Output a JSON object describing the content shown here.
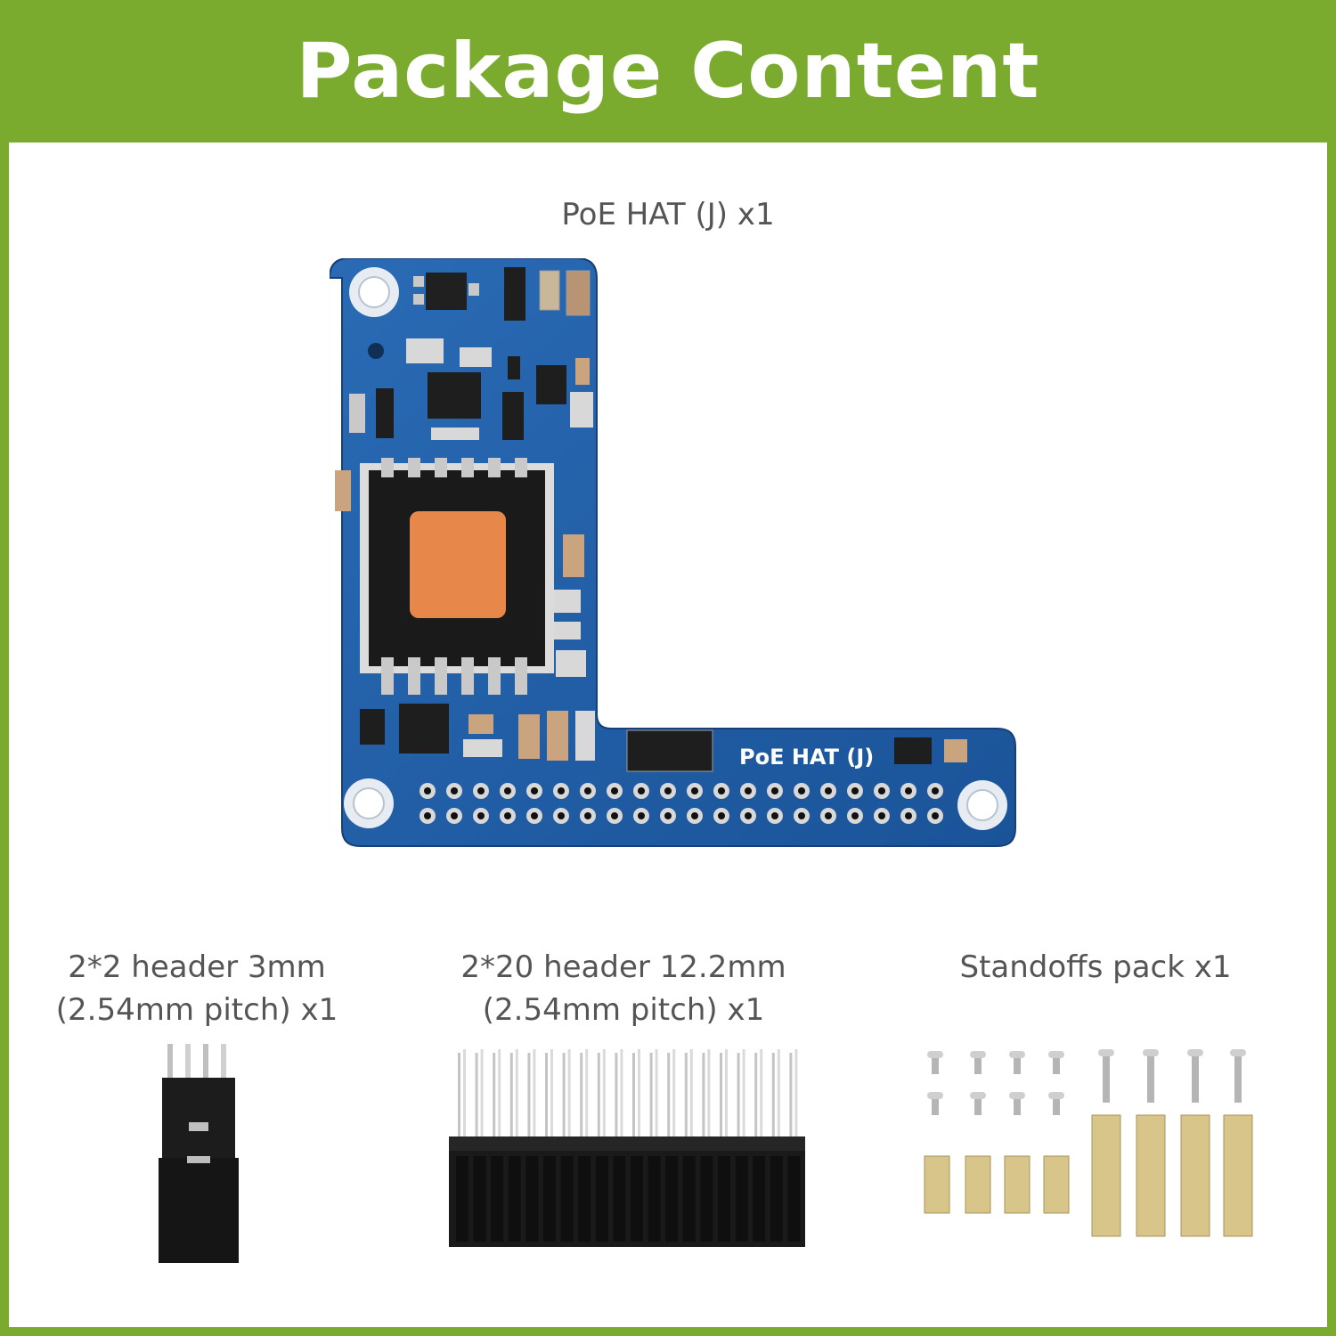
{
  "header": {
    "title": "Package Content"
  },
  "items": [
    {
      "label": "PoE HAT (J) x1"
    },
    {
      "line1": "2*2 header 3mm",
      "line2": "(2.54mm pitch) x1"
    },
    {
      "line1": "2*20 header 12.2mm",
      "line2": "(2.54mm pitch) x1"
    },
    {
      "label": "Standoffs pack x1"
    }
  ],
  "board": {
    "silkscreen": "PoE HAT (J)"
  },
  "colors": {
    "banner_green": "#7aab2e",
    "pcb_blue": "#1f5fa8",
    "transformer_orange": "#e8874a",
    "brass": "#d8c58a"
  }
}
